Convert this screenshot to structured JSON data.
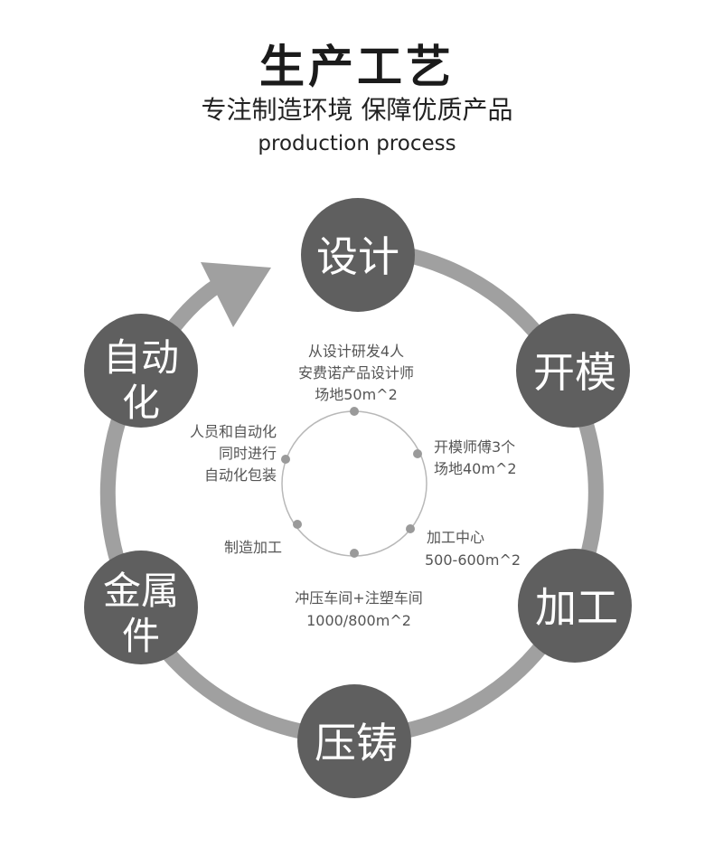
{
  "header": {
    "title": "生产工艺",
    "subtitle": "专注制造环境 保障优质产品",
    "subtitle_en": "production process"
  },
  "colors": {
    "ring": "#a0a0a0",
    "node": "#5f5f5f",
    "inner_ring": "#b8b8b8",
    "dot": "#9a9a9a",
    "note_text": "#555555"
  },
  "stages": [
    {
      "id": "design",
      "label": "设计"
    },
    {
      "id": "mold",
      "label": "开模"
    },
    {
      "id": "machining",
      "label": "加工"
    },
    {
      "id": "die-casting",
      "label": "压铸"
    },
    {
      "id": "sheet-metal",
      "label_lines": [
        "金属",
        "件"
      ]
    },
    {
      "id": "automation",
      "label_lines": [
        "自动",
        "化"
      ]
    }
  ],
  "notes": {
    "design": [
      "从设计研发4人",
      "安费诺产品设计师",
      "场地50m^2"
    ],
    "mold": [
      "开模师傅3个",
      "场地40m^2"
    ],
    "machining": [
      "加工中心",
      "500-600m^2"
    ],
    "die_casting": [
      "冲压车间+注塑车间",
      "1000/800m^2"
    ],
    "sheet_metal": [
      "制造加工"
    ],
    "automation": [
      "人员和自动化",
      "同时进行",
      "自动化包装"
    ]
  }
}
